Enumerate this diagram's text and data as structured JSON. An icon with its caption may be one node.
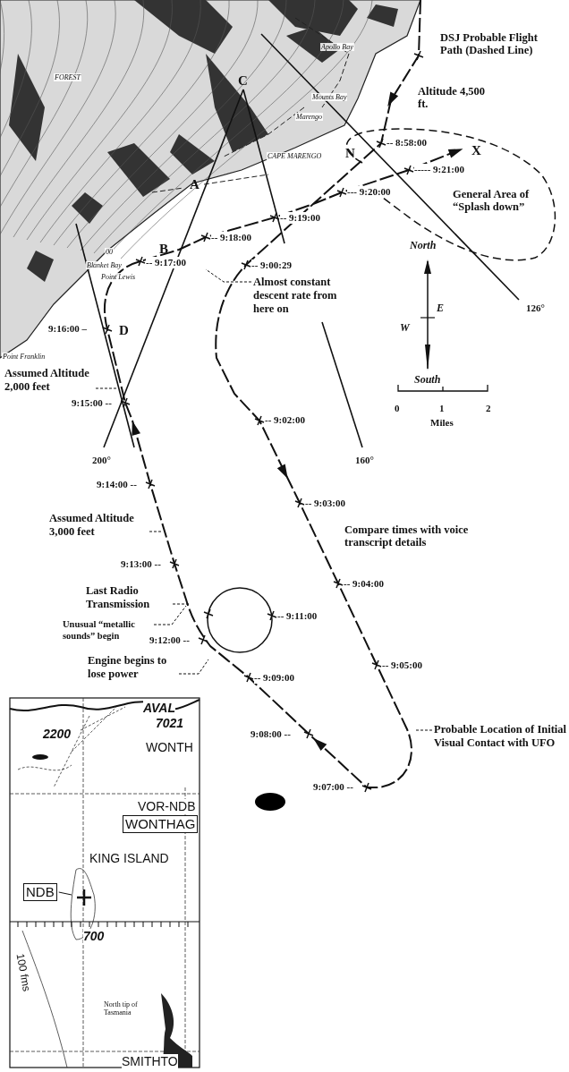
{
  "diagram": {
    "nodes": [
      {
        "text": [
          "Almost constant descent rate from here on"
        ]
      },
      {
        "text": [
          "Assumed Altitude 2,000 feet"
        ]
      },
      {
        "text": [
          "Assumed Altitude 3,000 feet"
        ]
      },
      {
        "text": [
          "Last Radio Transmission"
        ]
      },
      {
        "text": [
          "Unusual “metallic sounds” begin"
        ]
      },
      {
        "text": [
          "Engine begins to lose power"
        ]
      },
      {
        "text": [
          "Probable Location of Initial Visual Contact with UFO"
        ]
      },
      {
        "text": [
          "WONTHAG"
        ],
        "beside": [
          "VOR-NDB"
        ]
      },
      {
        "text": [
          "NDB"
        ]
      }
    ],
    "edges": [
      {
        "from": 0,
        "to": null,
        "arrow": "none",
        "style": "dashed"
      },
      {
        "from": 1,
        "to": null,
        "arrow": "none",
        "style": "dashed"
      },
      {
        "from": 2,
        "to": null,
        "arrow": "none",
        "style": "dashed"
      },
      {
        "from": 3,
        "to": null,
        "arrow": "none",
        "style": "dashed"
      },
      {
        "from": 4,
        "to": null,
        "arrow": "none",
        "style": "dashed"
      },
      {
        "from": 5,
        "to": null,
        "arrow": "none",
        "style": "dashed"
      },
      {
        "from": 6,
        "to": null,
        "arrow": "none",
        "style": "dashed"
      },
      {
        "from": 8,
        "to": null,
        "arrow": "none"
      }
    ],
    "labels": [
      "Apollo Bay",
      "FOREST",
      "C",
      "Mounts Bay",
      "Marengo",
      "Altitude 4,500 ft.",
      "-- 8:58:00",
      "N",
      "X",
      "CAPE MARENGO",
      "----- 9:21:00",
      "A",
      "--- 9:20:00",
      "General Area of “Splash down”",
      "-- 9:19:00",
      "-- 9:18:00",
      "B",
      "00",
      "North",
      "-- 9:00:29",
      "-- 9:17:00",
      "Blanket Bay",
      "Point Lewis",
      "E",
      "126°",
      "9:16:00 –",
      "D",
      "W",
      "Point Franklin",
      "South",
      "9:15:00 --",
      "0",
      "1",
      "2",
      "-- 9:02:00",
      "Miles",
      "200°",
      "160°",
      "9:14:00 --",
      "-- 9:03:00",
      "Compare times with voice transcript details",
      "9:13:00 --",
      "-- 9:04:00",
      "-- 9:11:00",
      "9:12:00 --",
      "-- 9:05:00",
      "-- 9:09:00",
      "9:08:00 --",
      "9:07:00 --",
      "AVAL",
      "2200",
      "7021",
      "WONTH",
      "KING ISLAND",
      "700",
      "100 fms",
      "North tip of Tasmania",
      "SMITHTO",
      "DSJ Probable Flight Path (Dashed Line)"
    ]
  }
}
